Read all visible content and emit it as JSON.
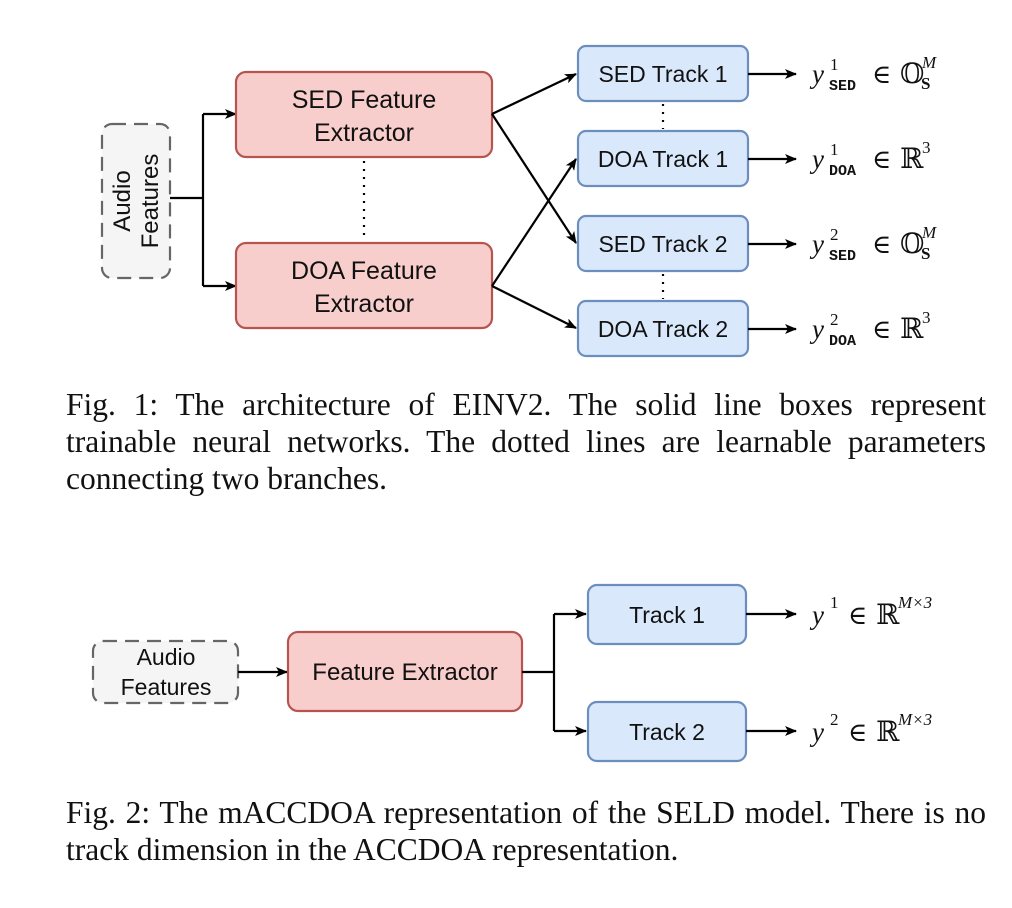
{
  "fig1": {
    "input": {
      "line1": "Audio",
      "line2": "Features"
    },
    "extractors": [
      {
        "line1": "SED Feature",
        "line2": "Extractor"
      },
      {
        "line1": "DOA Feature",
        "line2": "Extractor"
      }
    ],
    "tracks": [
      "SED Track 1",
      "DOA Track 1",
      "SED Track 2",
      "DOA Track 2"
    ],
    "outputs": [
      {
        "var": "y",
        "sup": "1",
        "sub": "SED",
        "rel": "∈",
        "set": "𝕆",
        "set_sub": "S",
        "set_sup": "M"
      },
      {
        "var": "y",
        "sup": "1",
        "sub": "DOA",
        "rel": "∈",
        "set": "ℝ",
        "set_sub": "",
        "set_sup": "3"
      },
      {
        "var": "y",
        "sup": "2",
        "sub": "SED",
        "rel": "∈",
        "set": "𝕆",
        "set_sub": "S",
        "set_sup": "M"
      },
      {
        "var": "y",
        "sup": "2",
        "sub": "DOA",
        "rel": "∈",
        "set": "ℝ",
        "set_sub": "",
        "set_sup": "3"
      }
    ],
    "caption": "Fig. 1: The architecture of EINV2. The solid line boxes represent trainable neural networks. The dotted lines are learnable parameters connecting two branches."
  },
  "fig2": {
    "input": {
      "line1": "Audio",
      "line2": "Features"
    },
    "extractor": "Feature Extractor",
    "tracks": [
      "Track 1",
      "Track 2"
    ],
    "outputs": [
      {
        "var": "y",
        "sup": "1",
        "rel": "∈",
        "set": "ℝ",
        "set_sup": "M×3"
      },
      {
        "var": "y",
        "sup": "2",
        "rel": "∈",
        "set": "ℝ",
        "set_sup": "M×3"
      }
    ],
    "caption": "Fig. 2: The mACCDOA representation of the SELD model. There is no track dimension in the ACCDOA representation."
  },
  "colors": {
    "extractor_fill": "#f8cecc",
    "extractor_stroke": "#b85450",
    "track_fill": "#dae8fc",
    "track_stroke": "#6c8ebf",
    "input_fill": "#f5f5f5",
    "input_stroke": "#666666"
  }
}
